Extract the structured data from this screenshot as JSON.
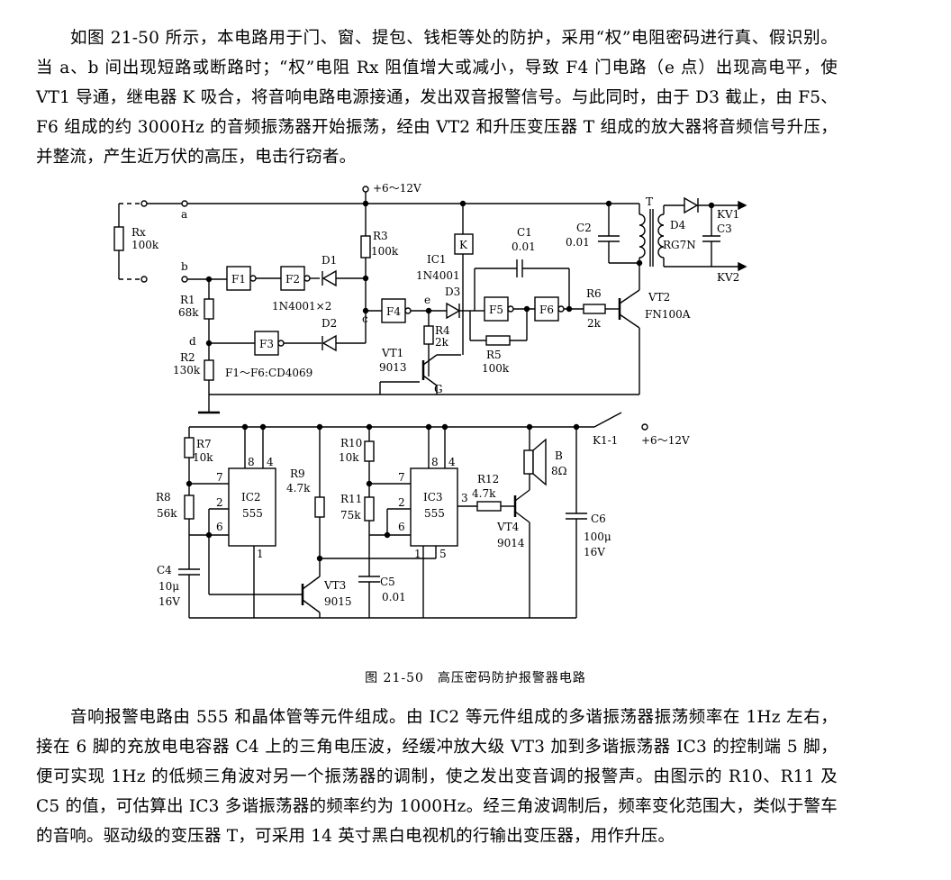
{
  "paragraph1": "如图 21-50 所示，本电路用于门、窗、提包、钱柜等处的防护，采用“权”电阻密码进行真、假识别。当 a、b 间出现短路或断路时；“权”电阻 Rx 阻值增大或减小，导致 F4 门电路（e 点）出现高电平，使 VT1 导通，继电器 K 吸合，将音响电路电源接通，发出双音报警信号。与此同时，由于 D3 截止，由 F5、F6 组成的约 3000Hz 的音频振荡器开始振荡，经由 VT2 和升压变压器 T 组成的放大器将音频信号升压，并整流，产生近万伏的高压，电击行窃者。",
  "caption": "图 21-50　高压密码防护报警器电路",
  "paragraph2": "音响报警电路由 555 和晶体管等元件组成。由 IC2 等元件组成的多谐振荡器振荡频率在 1Hz 左右，接在 6 脚的充放电电容器 C4 上的三角电压波，经缓冲放大级 VT3 加到多谐振荡器 IC3 的控制端 5 脚，便可实现 1Hz 的低频三角波对另一个振荡器的调制，使之发出变音调的报警声。由图示的 R10、R11 及 C5 的值，可估算出 IC3 多谐振荡器的频率约为 1000Hz。经三角波调制后，频率变化范围大，类似于警车的音响。驱动级的变压器 T，可采用 14 英寸黑白电视机的行输出变压器，用作升压。",
  "labels": {
    "supply_top": "+6～12V",
    "a": "a",
    "b": "b",
    "c": "c",
    "d": "d",
    "e": "e",
    "rx": "Rx",
    "rx_val": "100k",
    "r1": "R1",
    "r1_val": "68k",
    "r2": "R2",
    "r2_val": "130k",
    "r3": "R3",
    "r3_val": "100k",
    "r4": "R4",
    "r4_val": "2k",
    "r5": "R5",
    "r5_val": "100k",
    "r6": "R6",
    "r6_val": "2k",
    "f1": "F1",
    "f2": "F2",
    "f3": "F3",
    "f4": "F4",
    "f5": "F5",
    "f6": "F6",
    "d1": "D1",
    "d2": "D2",
    "d3": "D3",
    "d4": "D4",
    "d1d2_type": "1N4001×2",
    "ic1": "IC1",
    "ic1_type": "1N4001",
    "k": "K",
    "c1": "C1",
    "c1_val": "0.01",
    "c2": "C2",
    "c2_val": "0.01",
    "c3": "C3",
    "d4_type": "RG7N",
    "t": "T",
    "kv1": "KV1",
    "kv2": "KV2",
    "vt1": "VT1",
    "vt1_type": "9013",
    "vt2": "VT2",
    "vt2_type": "FN100A",
    "g": "G",
    "gates_note": "F1～F6:CD4069",
    "k11": "K1-1",
    "supply_bottom": "+6～12V",
    "r7": "R7",
    "r7_val": "10k",
    "r8": "R8",
    "r8_val": "56k",
    "r9": "R9",
    "r9_val": "4.7k",
    "r10": "R10",
    "r10_val": "10k",
    "r11": "R11",
    "r11_val": "75k",
    "r12": "R12",
    "r12_val": "4.7k",
    "ic2": "IC2",
    "ic3": "IC3",
    "ic_type": "555",
    "pin1": "1",
    "pin2": "2",
    "pin3": "3",
    "pin4": "4",
    "pin5": "5",
    "pin6": "6",
    "pin7": "7",
    "pin8": "8",
    "c4": "C4",
    "c4_val1": "10μ",
    "c4_val2": "16V",
    "c5": "C5",
    "c5_val": "0.01",
    "c6": "C6",
    "c6_val1": "100μ",
    "c6_val2": "16V",
    "vt3": "VT3",
    "vt3_type": "9015",
    "vt4": "VT4",
    "vt4_type": "9014",
    "b_spk": "B",
    "b_val": "8Ω"
  }
}
